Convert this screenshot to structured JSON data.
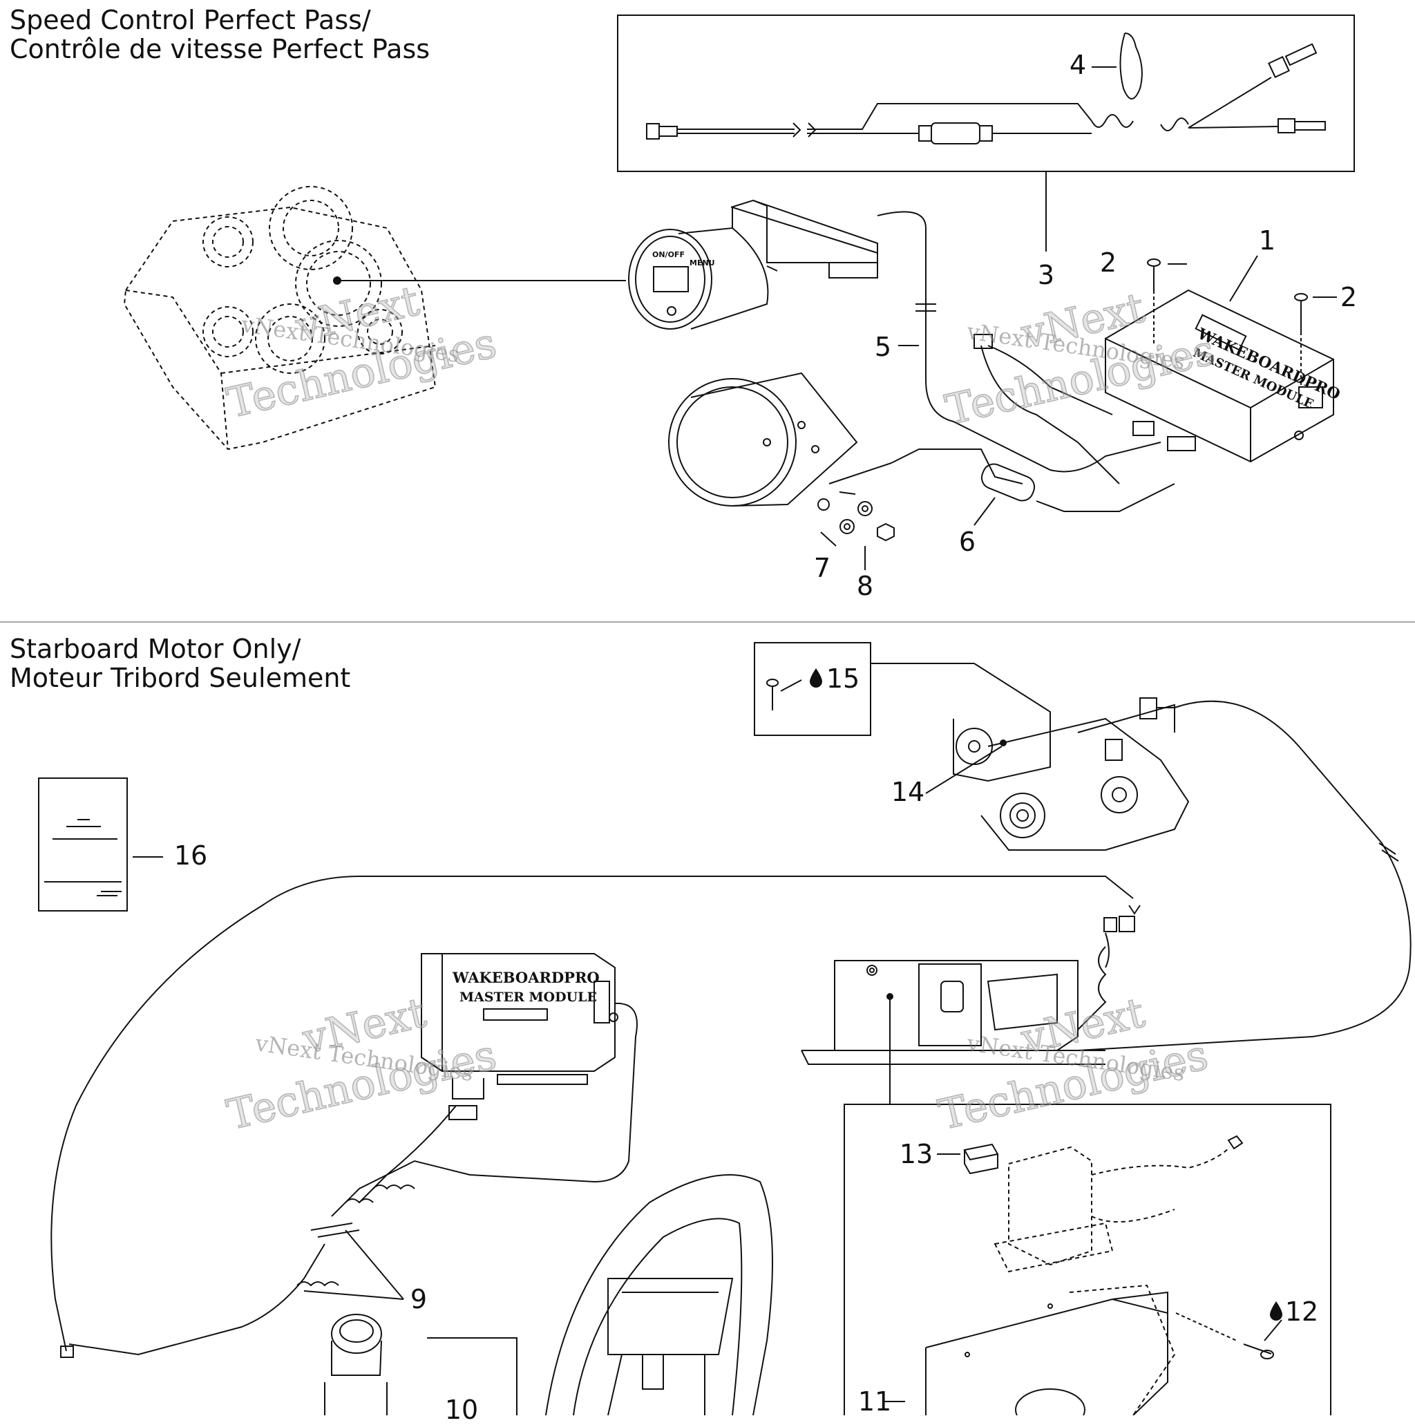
{
  "sections": {
    "top": {
      "title_line1": "Speed Control Perfect Pass/",
      "title_line2": "Contrôle de vitesse Perfect Pass"
    },
    "bottom": {
      "title_line1": "Starboard Motor Only/",
      "title_line2": "Moteur Tribord Seulement"
    }
  },
  "callouts": {
    "c1": "1",
    "c2a": "2",
    "c2b": "2",
    "c3": "3",
    "c4": "4",
    "c5": "5",
    "c6": "6",
    "c7": "7",
    "c8": "8",
    "c9": "9",
    "c10": "10",
    "c11": "11",
    "c12": "12",
    "c13": "13",
    "c14": "14",
    "c15": "15",
    "c16": "16"
  },
  "watermark": {
    "line1": "vNext Technologies",
    "line2": "vNext",
    "line3": "Technologies"
  },
  "module_labels": {
    "brand": "WAKEBOARDPRO",
    "master": "MASTER MODULE"
  },
  "gauge_labels": {
    "on_off": "ON/OFF",
    "menu": "MENU"
  },
  "icons": {
    "drop": "drop-icon",
    "screw": "screw-icon"
  }
}
